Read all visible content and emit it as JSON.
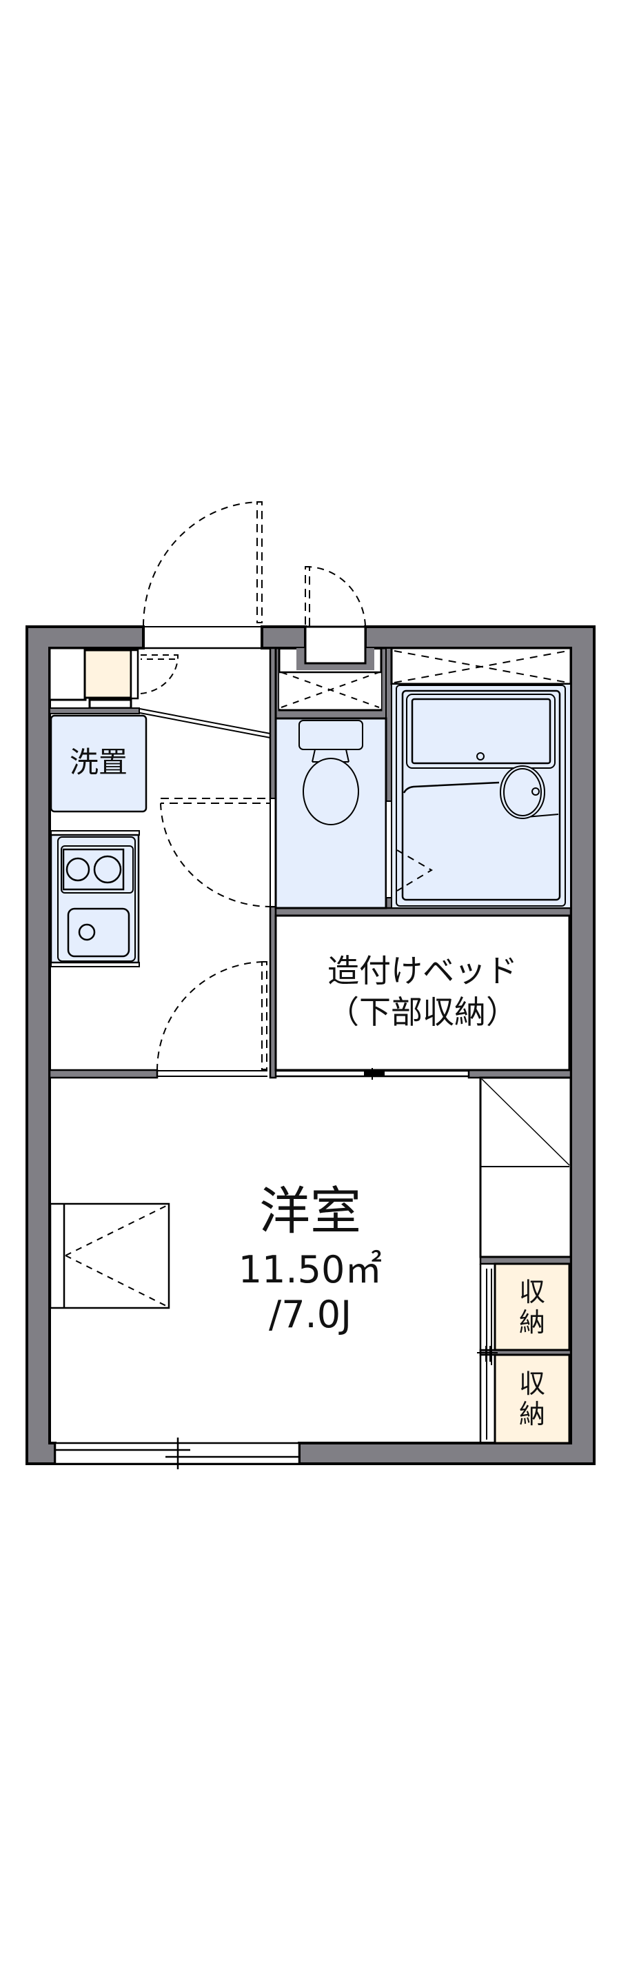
{
  "floor_plan": {
    "colors": {
      "wall": "#807f85",
      "line": "#000000",
      "wet_area_fill": "#e5eefd",
      "storage_fill": "#fff3e0",
      "floor": "#ffffff"
    },
    "rooms": {
      "western_room": {
        "name": "洋室",
        "area": "11.50㎡",
        "size_jo": "/7.0J"
      },
      "built_in_bed": {
        "line1": "造付けベッド",
        "line2": "（下部収納）"
      },
      "washer_space": {
        "label": "洗置"
      },
      "storage": [
        {
          "line1": "収",
          "line2": "納"
        },
        {
          "line1": "収",
          "line2": "納"
        }
      ]
    },
    "fixtures": [
      "entrance-door",
      "shoe-cabinet",
      "washing-machine-space",
      "kitchen-2-burner-stove",
      "kitchen-sink",
      "toilet",
      "unit-bath",
      "bathtub",
      "wash-basin",
      "built-in-bed",
      "loft-ladder",
      "closet",
      "balcony-sliding-window",
      "overhead-shelf"
    ]
  }
}
